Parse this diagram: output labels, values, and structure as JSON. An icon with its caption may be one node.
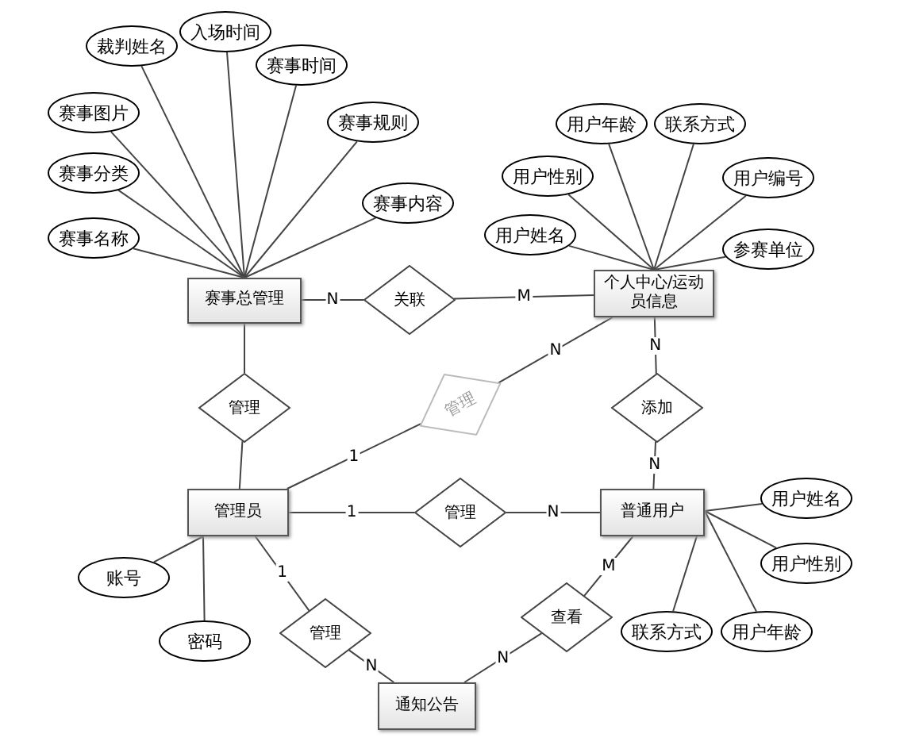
{
  "diagram": {
    "nodes": [
      {
        "text": [
          "裁判姓名"
        ]
      },
      {
        "text": [
          "入场时间"
        ]
      },
      {
        "text": [
          "赛事时间"
        ]
      },
      {
        "text": [
          "赛事图片"
        ]
      },
      {
        "text": [
          "赛事规则"
        ]
      },
      {
        "text": [
          "赛事分类"
        ]
      },
      {
        "text": [
          "赛事内容"
        ]
      },
      {
        "text": [
          "赛事名称"
        ]
      },
      {
        "text": [
          "用户年龄"
        ]
      },
      {
        "text": [
          "联系方式"
        ]
      },
      {
        "text": [
          "用户性别"
        ]
      },
      {
        "text": [
          "用户编号"
        ]
      },
      {
        "text": [
          "用户姓名"
        ]
      },
      {
        "text": [
          "参赛单位"
        ]
      },
      {
        "text": [
          "赛事总管理"
        ]
      },
      {
        "text": [
          "关联"
        ]
      },
      {
        "text": [
          "个人中心/运动员信息"
        ]
      },
      {
        "text": [
          "管理"
        ]
      },
      {
        "text": [
          "管理"
        ]
      },
      {
        "text": [
          "添加"
        ]
      },
      {
        "text": [
          "管理员"
        ]
      },
      {
        "text": [
          "管理"
        ]
      },
      {
        "text": [
          "普通用户"
        ]
      },
      {
        "text": [
          "用户姓名"
        ]
      },
      {
        "text": [
          "账号"
        ]
      },
      {
        "text": [
          "用户性别"
        ]
      },
      {
        "text": [
          "管理"
        ]
      },
      {
        "text": [
          "查看"
        ]
      },
      {
        "text": [
          "联系方式"
        ]
      },
      {
        "text": [
          "用户年龄"
        ]
      },
      {
        "text": [
          "密码"
        ]
      },
      {
        "text": [
          "通知公告"
        ]
      }
    ],
    "edges": [
      {
        "from": 14,
        "to": 0,
        "arrow": "none"
      },
      {
        "from": 14,
        "to": 1,
        "arrow": "none"
      },
      {
        "from": 14,
        "to": 2,
        "arrow": "none"
      },
      {
        "from": 14,
        "to": 3,
        "arrow": "none"
      },
      {
        "from": 14,
        "to": 4,
        "arrow": "none"
      },
      {
        "from": 14,
        "to": 5,
        "arrow": "none"
      },
      {
        "from": 14,
        "to": 6,
        "arrow": "none"
      },
      {
        "from": 14,
        "to": 7,
        "arrow": "none"
      },
      {
        "from": 16,
        "to": 8,
        "arrow": "none"
      },
      {
        "from": 16,
        "to": 9,
        "arrow": "none"
      },
      {
        "from": 16,
        "to": 10,
        "arrow": "none"
      },
      {
        "from": 16,
        "to": 11,
        "arrow": "none"
      },
      {
        "from": 16,
        "to": 12,
        "arrow": "none"
      },
      {
        "from": 16,
        "to": 13,
        "arrow": "none"
      },
      {
        "from": 22,
        "to": 23,
        "arrow": "none"
      },
      {
        "from": 22,
        "to": 25,
        "arrow": "none"
      },
      {
        "from": 22,
        "to": 28,
        "arrow": "none"
      },
      {
        "from": 22,
        "to": 29,
        "arrow": "none"
      },
      {
        "from": 20,
        "to": 24,
        "arrow": "none"
      },
      {
        "from": 20,
        "to": 30,
        "arrow": "none"
      },
      {
        "from": 14,
        "to": 15,
        "arrow": "none",
        "label": "N"
      },
      {
        "from": 15,
        "to": 16,
        "arrow": "none",
        "label": "M"
      },
      {
        "from": 14,
        "to": 17,
        "arrow": "none"
      },
      {
        "from": 17,
        "to": 20,
        "arrow": "none"
      },
      {
        "from": 16,
        "to": 18,
        "arrow": "none",
        "label": "N"
      },
      {
        "from": 18,
        "to": 20,
        "arrow": "none",
        "label": "1"
      },
      {
        "from": 16,
        "to": 19,
        "arrow": "none",
        "label": "N"
      },
      {
        "from": 19,
        "to": 22,
        "arrow": "none",
        "label": "N"
      },
      {
        "from": 20,
        "to": 21,
        "arrow": "none",
        "label": "1"
      },
      {
        "from": 21,
        "to": 22,
        "arrow": "none",
        "label": "N"
      },
      {
        "from": 20,
        "to": 26,
        "arrow": "none",
        "label": "1"
      },
      {
        "from": 26,
        "to": 31,
        "arrow": "none",
        "label": "N"
      },
      {
        "from": 22,
        "to": 27,
        "arrow": "none",
        "label": "M"
      },
      {
        "from": 27,
        "to": 31,
        "arrow": "none",
        "label": "N"
      }
    ]
  }
}
